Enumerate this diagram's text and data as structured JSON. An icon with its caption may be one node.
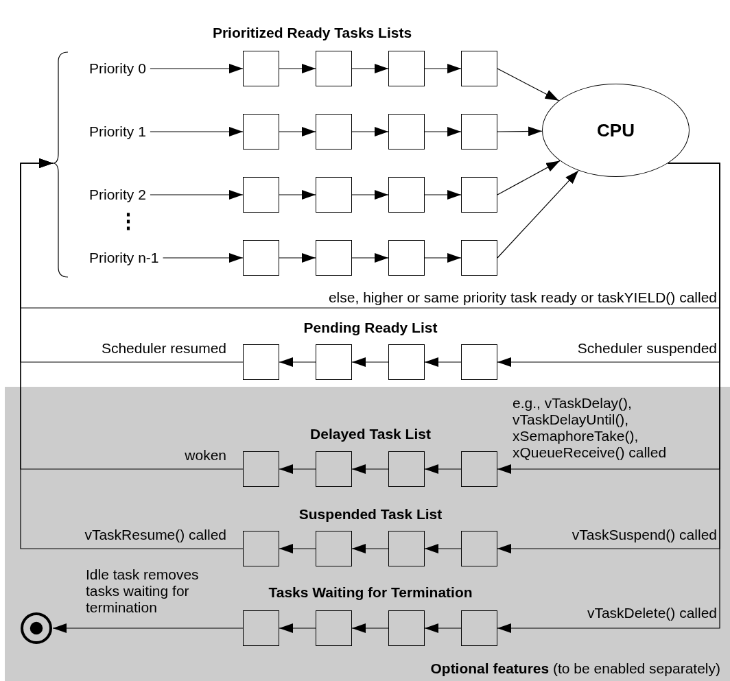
{
  "diagram": {
    "nodes": [
      {
        "text": [
          "Prioritized Ready Tasks Lists"
        ]
      },
      {
        "text": [],
        "shape": "brace",
        "in": 0
      },
      {
        "text": [
          "Priority 0"
        ],
        "in": 0
      },
      {
        "text": [],
        "shape": "box",
        "in": 0
      },
      {
        "text": [],
        "shape": "box",
        "in": 0
      },
      {
        "text": [],
        "shape": "box",
        "in": 0
      },
      {
        "text": [],
        "shape": "box",
        "in": 0
      },
      {
        "text": [
          "Priority 1"
        ],
        "in": 0
      },
      {
        "text": [],
        "shape": "box",
        "in": 0
      },
      {
        "text": [],
        "shape": "box",
        "in": 0
      },
      {
        "text": [],
        "shape": "box",
        "in": 0
      },
      {
        "text": [],
        "shape": "box",
        "in": 0
      },
      {
        "text": [
          "Priority 2"
        ],
        "in": 0
      },
      {
        "text": [],
        "shape": "box",
        "in": 0
      },
      {
        "text": [],
        "shape": "box",
        "in": 0
      },
      {
        "text": [],
        "shape": "box",
        "in": 0
      },
      {
        "text": [],
        "shape": "box",
        "in": 0
      },
      {
        "text": [
          "Priority n-1"
        ],
        "in": 0
      },
      {
        "text": [],
        "shape": "box",
        "in": 0
      },
      {
        "text": [],
        "shape": "box",
        "in": 0
      },
      {
        "text": [],
        "shape": "box",
        "in": 0
      },
      {
        "text": [],
        "shape": "box",
        "in": 0
      },
      {
        "text": [
          "CPU"
        ]
      },
      {
        "text": [
          "Pending Ready List"
        ]
      },
      {
        "text": [],
        "shape": "box",
        "in": 23
      },
      {
        "text": [],
        "shape": "box",
        "in": 23
      },
      {
        "text": [],
        "shape": "box",
        "in": 23
      },
      {
        "text": [],
        "shape": "box",
        "in": 23
      },
      {
        "text": [
          "**Optional features** (to be enabled separately)"
        ]
      },
      {
        "text": [
          "Delayed Task List"
        ],
        "in": 28
      },
      {
        "text": [],
        "shape": "box",
        "in": 29
      },
      {
        "text": [],
        "shape": "box",
        "in": 29
      },
      {
        "text": [],
        "shape": "box",
        "in": 29
      },
      {
        "text": [],
        "shape": "box",
        "in": 29
      },
      {
        "text": [
          "Suspended Task List"
        ],
        "in": 28
      },
      {
        "text": [],
        "shape": "box",
        "in": 34
      },
      {
        "text": [],
        "shape": "box",
        "in": 34
      },
      {
        "text": [],
        "shape": "box",
        "in": 34
      },
      {
        "text": [],
        "shape": "box",
        "in": 34
      },
      {
        "text": [
          "Tasks Waiting for Termination"
        ],
        "in": 28
      },
      {
        "text": [],
        "shape": "box",
        "in": 39
      },
      {
        "text": [],
        "shape": "box",
        "in": 39
      },
      {
        "text": [],
        "shape": "box",
        "in": 39
      },
      {
        "text": [],
        "shape": "box",
        "in": 39
      },
      {
        "text": [],
        "shape": "circle",
        "in": 28
      }
    ],
    "edges": [
      {
        "from": 2,
        "to": 3,
        "arrow": "to"
      },
      {
        "from": 3,
        "to": 4,
        "arrow": "to"
      },
      {
        "from": 4,
        "to": 5,
        "arrow": "to"
      },
      {
        "from": 5,
        "to": 6,
        "arrow": "to"
      },
      {
        "from": 6,
        "to": 22,
        "arrow": "to"
      },
      {
        "from": 7,
        "to": 8,
        "arrow": "to"
      },
      {
        "from": 8,
        "to": 9,
        "arrow": "to"
      },
      {
        "from": 9,
        "to": 10,
        "arrow": "to"
      },
      {
        "from": 10,
        "to": 11,
        "arrow": "to"
      },
      {
        "from": 11,
        "to": 22,
        "arrow": "to"
      },
      {
        "from": 12,
        "to": 13,
        "arrow": "to"
      },
      {
        "from": 13,
        "to": 14,
        "arrow": "to"
      },
      {
        "from": 14,
        "to": 15,
        "arrow": "to"
      },
      {
        "from": 15,
        "to": 16,
        "arrow": "to"
      },
      {
        "from": 16,
        "to": 22,
        "arrow": "to"
      },
      {
        "from": 17,
        "to": 18,
        "arrow": "to"
      },
      {
        "from": 18,
        "to": 19,
        "arrow": "to"
      },
      {
        "from": 19,
        "to": 20,
        "arrow": "to"
      },
      {
        "from": 20,
        "to": 21,
        "arrow": "to"
      },
      {
        "from": 21,
        "to": 22,
        "arrow": "to"
      },
      {
        "from": 22,
        "to": 1,
        "arrow": "to",
        "label": "else, higher or same priority task ready or taskYIELD() called"
      },
      {
        "from": 22,
        "to": 27,
        "arrow": "to",
        "label": "Scheduler suspended"
      },
      {
        "from": 27,
        "to": 26,
        "arrow": "to"
      },
      {
        "from": 26,
        "to": 25,
        "arrow": "to"
      },
      {
        "from": 25,
        "to": 24,
        "arrow": "to"
      },
      {
        "from": 24,
        "to": 1,
        "arrow": "to",
        "label": "Scheduler resumed"
      },
      {
        "from": 22,
        "to": 33,
        "arrow": "to",
        "label": "e.g., vTaskDelay(), vTaskDelayUntil(), xSemaphoreTake(), xQueueReceive() called"
      },
      {
        "from": 33,
        "to": 32,
        "arrow": "to"
      },
      {
        "from": 32,
        "to": 31,
        "arrow": "to"
      },
      {
        "from": 31,
        "to": 30,
        "arrow": "to"
      },
      {
        "from": 30,
        "to": 1,
        "arrow": "to",
        "label": "woken"
      },
      {
        "from": 22,
        "to": 38,
        "arrow": "to",
        "label": "vTaskSuspend() called"
      },
      {
        "from": 38,
        "to": 37,
        "arrow": "to"
      },
      {
        "from": 37,
        "to": 36,
        "arrow": "to"
      },
      {
        "from": 36,
        "to": 35,
        "arrow": "to"
      },
      {
        "from": 35,
        "to": 1,
        "arrow": "to",
        "label": "vTaskResume() called"
      },
      {
        "from": 22,
        "to": 43,
        "arrow": "to",
        "label": "vTaskDelete() called"
      },
      {
        "from": 43,
        "to": 42,
        "arrow": "to"
      },
      {
        "from": 42,
        "to": 41,
        "arrow": "to"
      },
      {
        "from": 41,
        "to": 40,
        "arrow": "to"
      },
      {
        "from": 40,
        "to": 44,
        "arrow": "to",
        "label": "Idle task removes tasks waiting for termination"
      }
    ],
    "labels": [
      "⋮"
    ]
  }
}
